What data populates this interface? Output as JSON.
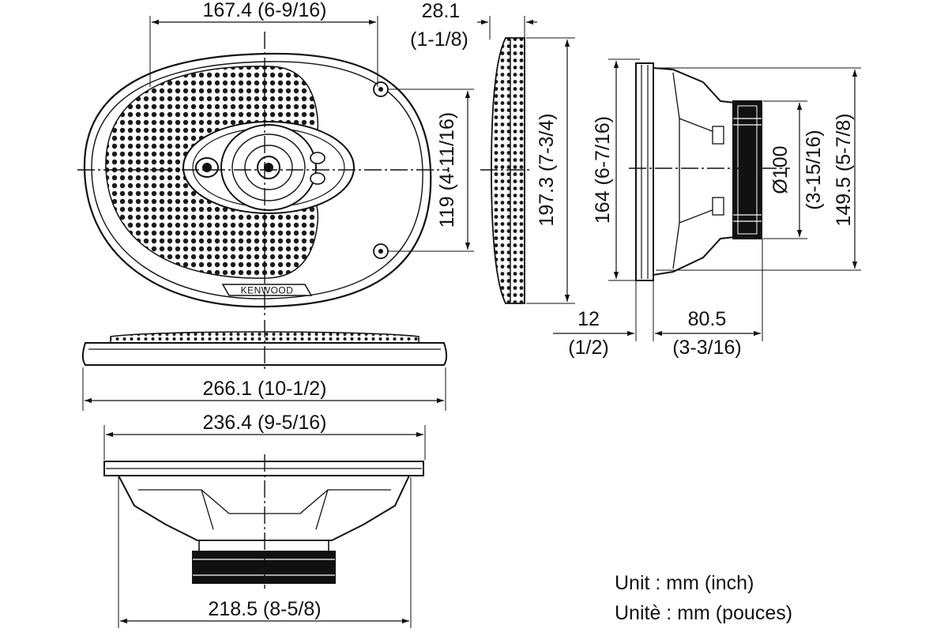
{
  "brand": "KENWOOD",
  "dimensions": {
    "grille_width": "167.4 (6-9/16)",
    "front_depth": "28.1",
    "front_depth_in": "(1-1/8)",
    "hole_spacing": "119 (4-11/16)",
    "outer_height": "197.3 (7-3/4)",
    "frame_height": "164 (6-7/16)",
    "magnet_diameter": "Ø100",
    "magnet_diameter_in": "(3-15/16)",
    "basket_height": "149.5 (5-7/8)",
    "flange_thickness": "12",
    "flange_thickness_in": "(1/2)",
    "mount_depth": "80.5",
    "mount_depth_in": "(3-3/16)",
    "overall_width": "266.1 (10-1/2)",
    "cutout_width": "236.4 (9-5/16)",
    "basket_width": "218.5 (8-5/8)"
  },
  "units": {
    "english": "Unit : mm (inch)",
    "french": "Unitè : mm (pouces)"
  }
}
